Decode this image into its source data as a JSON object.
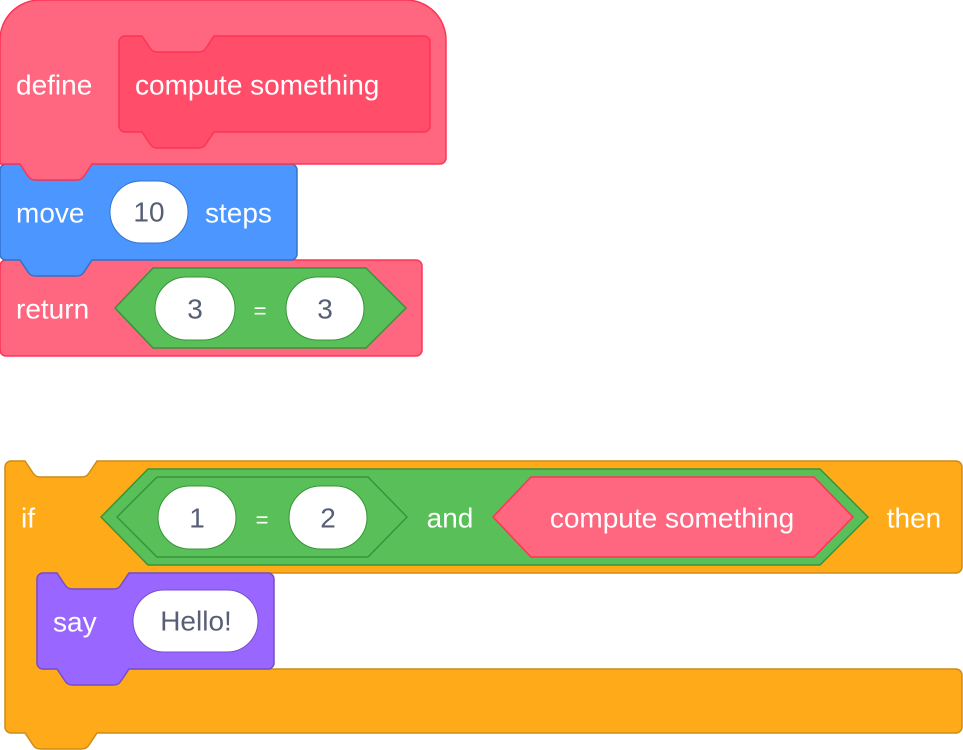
{
  "define_block": {
    "keyword": "define",
    "proc_name": "compute something"
  },
  "move_block": {
    "label": "move",
    "value": "10",
    "suffix": "steps"
  },
  "return_block": {
    "label": "return",
    "left": "3",
    "op": "=",
    "right": "3"
  },
  "if_block": {
    "keyword": "if",
    "cond_left": "1",
    "cond_op": "=",
    "cond_right": "2",
    "and_label": "and",
    "reporter": "compute something",
    "then_label": "then"
  },
  "say_block": {
    "label": "say",
    "value": "Hello!"
  },
  "colors": {
    "custom": "#FF6680",
    "custom_border": "#FF3355",
    "custom_proto": "#FF4D6A",
    "motion": "#4C97FF",
    "motion_border": "#3373CC",
    "operators": "#59C059",
    "operators_border": "#389438",
    "control": "#FFAB19",
    "control_border": "#CF8B17",
    "looks": "#9966FF",
    "looks_border": "#774DCB"
  }
}
